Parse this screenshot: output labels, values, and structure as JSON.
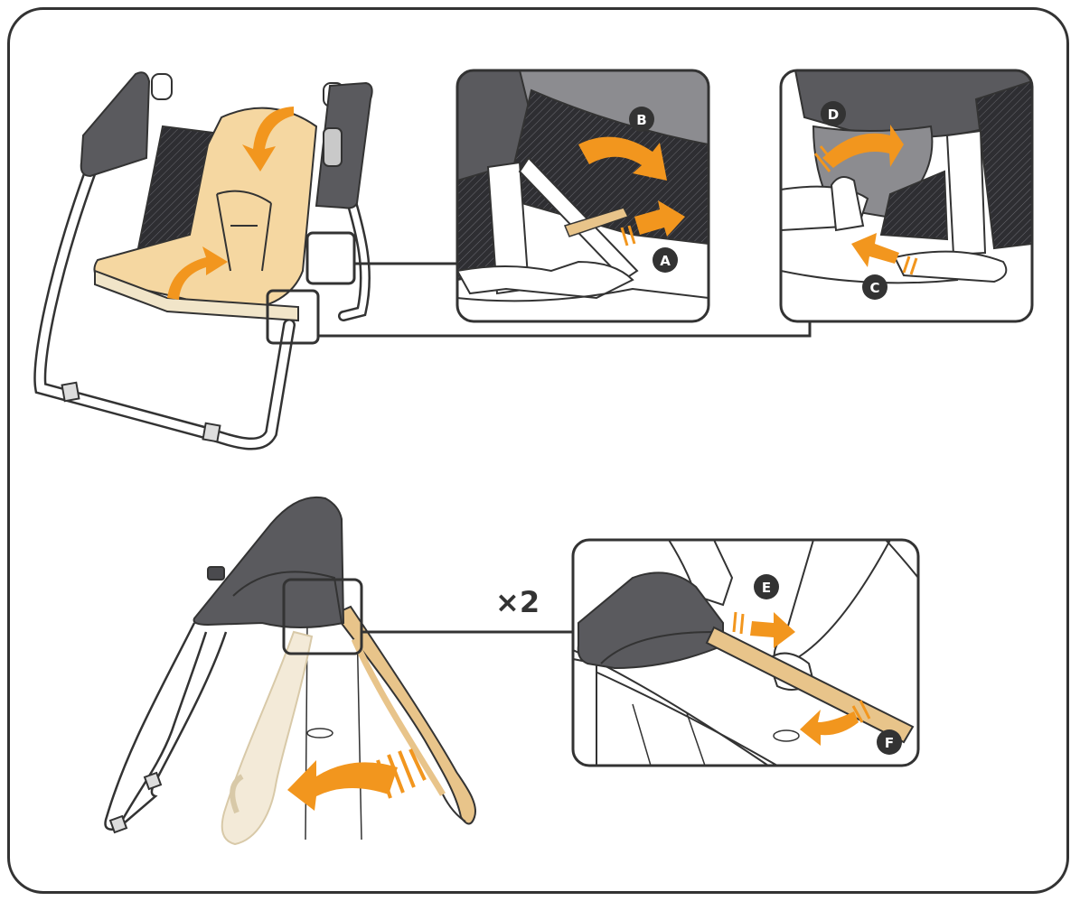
{
  "colors": {
    "frame": "#333333",
    "seat_gray": "#5a5a5e",
    "seat_dark": "#4a4a4e",
    "pad": "#f5d7a1",
    "pad_light": "#f1e5c9",
    "arrow": "#f2961e",
    "leg_tan": "#e8c48a",
    "leg_light": "#f3ead8",
    "mesh": "#2e2e32"
  },
  "labels": {
    "a": "A",
    "b": "B",
    "c": "C",
    "d": "D",
    "e": "E",
    "f": "F"
  },
  "multiplier": "×2",
  "icons": {
    "step_arrow": "curved-arrow-icon",
    "label_badge": "circle-badge-icon"
  }
}
